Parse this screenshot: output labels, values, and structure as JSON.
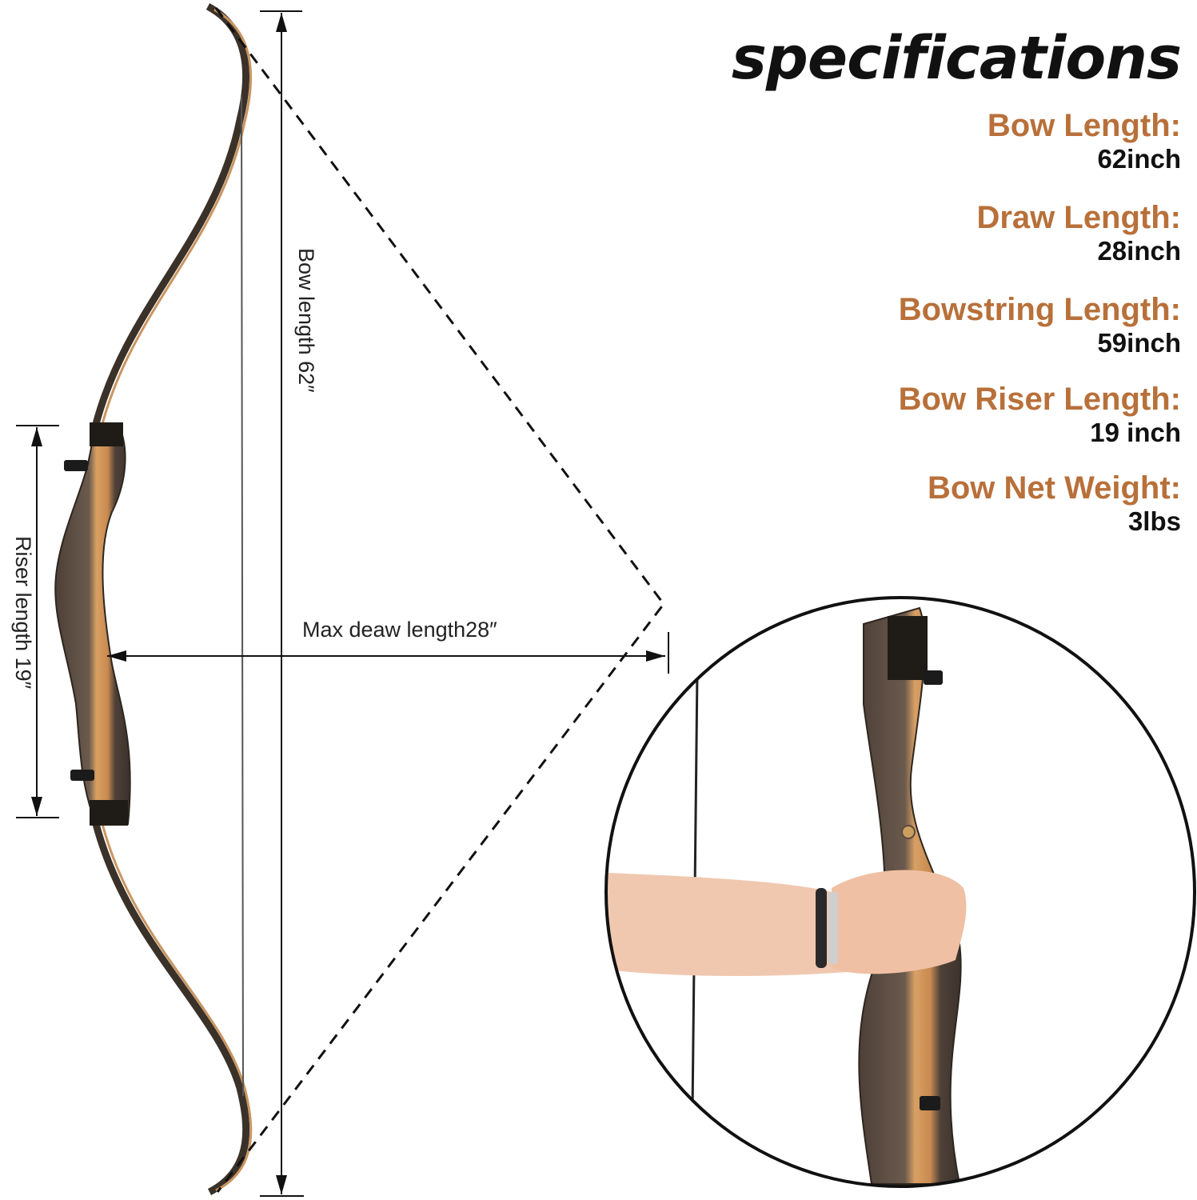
{
  "specs": {
    "title": "specifications",
    "items": [
      {
        "label": "Bow Length:",
        "value": "62inch"
      },
      {
        "label": "Draw Length:",
        "value": "28inch"
      },
      {
        "label": "Bowstring Length:",
        "value": "59inch"
      },
      {
        "label": "Bow Riser Length:",
        "value": "19 inch"
      },
      {
        "label": "Bow Net Weight:",
        "value": "3lbs"
      }
    ]
  },
  "diagram": {
    "bow_length_label": "Bow length 62″",
    "riser_length_label": "Riser length 19″",
    "max_draw_label": "Max deaw length28″"
  },
  "colors": {
    "accent": "#b8703a",
    "wood_light": "#d9a064",
    "wood_dark": "#5a4a40"
  }
}
